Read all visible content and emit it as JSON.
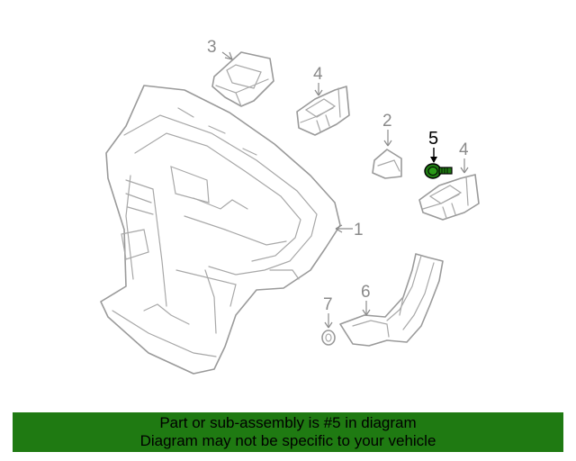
{
  "diagram": {
    "callouts": [
      {
        "id": "1",
        "label": "1"
      },
      {
        "id": "2",
        "label": "2"
      },
      {
        "id": "3",
        "label": "3"
      },
      {
        "id": "4a",
        "label": "4"
      },
      {
        "id": "4b",
        "label": "4"
      },
      {
        "id": "5",
        "label": "5",
        "highlighted": true
      },
      {
        "id": "6",
        "label": "6"
      },
      {
        "id": "7",
        "label": "7"
      }
    ],
    "highlight_color": "#1f7a12",
    "line_color": "#9a9a9a"
  },
  "banner": {
    "line1": "Part or sub-assembly is #5 in diagram",
    "line2": "Diagram may not be specific to your vehicle",
    "background": "#1f7a12"
  }
}
